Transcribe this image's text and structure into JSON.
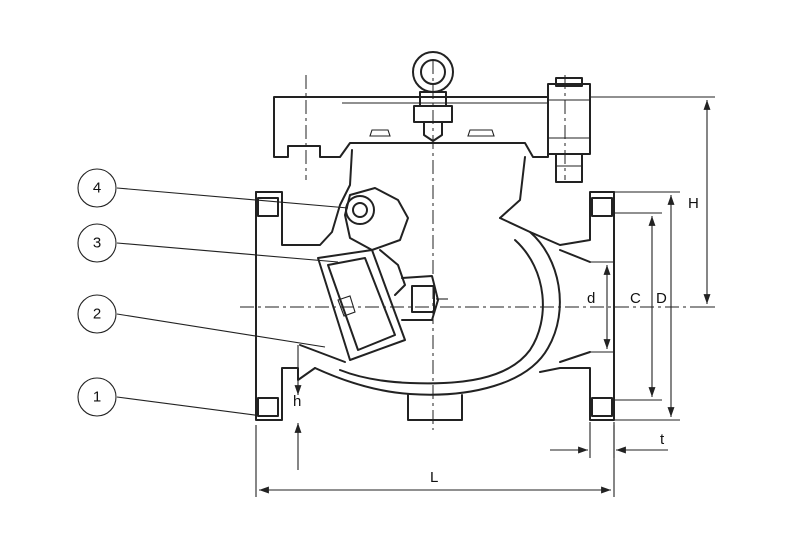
{
  "parts": [
    {
      "id": "part-4",
      "label": "4"
    },
    {
      "id": "part-3",
      "label": "3"
    },
    {
      "id": "part-2",
      "label": "2"
    },
    {
      "id": "part-1",
      "label": "1"
    }
  ],
  "dimensions": {
    "H": "H",
    "C": "C",
    "D": "D",
    "d": "d",
    "h": "h",
    "t": "t",
    "L": "L"
  }
}
